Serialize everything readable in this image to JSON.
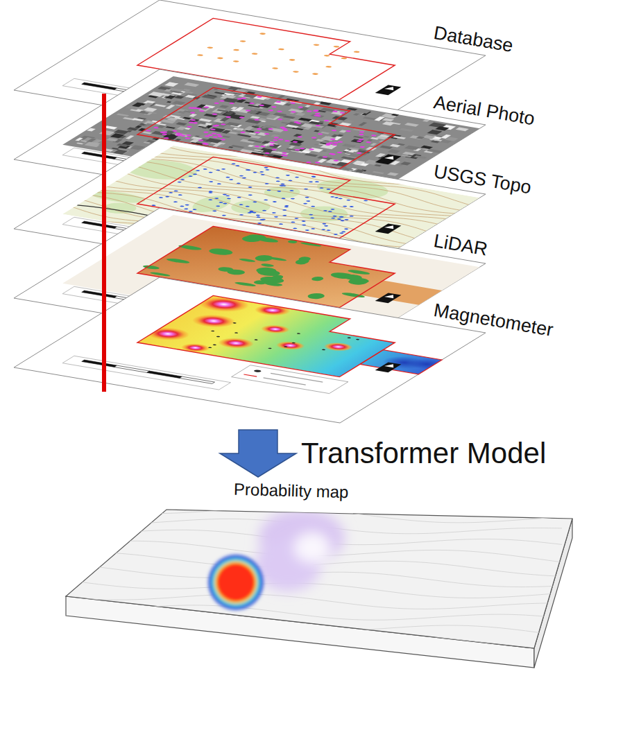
{
  "diagram": {
    "nodes": [
      {
        "text": [
          "Database"
        ]
      },
      {
        "text": [
          "Aerial Photo"
        ]
      },
      {
        "text": [
          "USGS Topo"
        ]
      },
      {
        "text": [
          "LiDAR"
        ]
      },
      {
        "text": [
          "Magnetometer"
        ]
      },
      {
        "text": [
          "Probability map"
        ]
      }
    ],
    "edges": [
      {
        "from": 4,
        "to": 5,
        "arrow": "to",
        "label": "Transformer Model"
      }
    ]
  }
}
